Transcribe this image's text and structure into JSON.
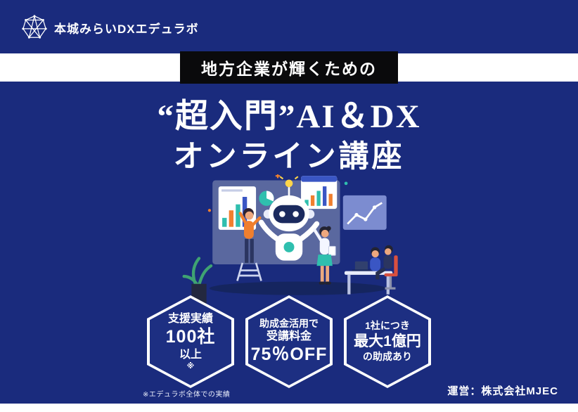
{
  "theme": {
    "background": "#1a2b7d",
    "band": "#ffffff",
    "banner_badge_bg": "#0a0a0c",
    "hex_border": "#ffffff",
    "hex_fill": "#1d2f82",
    "accent_teal": "#2fbfae",
    "accent_orange": "#f07f2e",
    "bulb_yellow": "#ffd54a"
  },
  "header": {
    "logo_text": "本城みらいDXエデュラボ"
  },
  "banner": {
    "label": "地方企業が輝くための"
  },
  "title": {
    "line1": "“超入門”AI＆DX",
    "line2": "オンライン講座"
  },
  "hexagons": [
    {
      "line1": "支援実績",
      "line2": "100社",
      "line3": "以上",
      "line4": "※"
    },
    {
      "line1": "助成金活用で",
      "line2": "受講料金",
      "line3": "75％OFF"
    },
    {
      "line1": "1社につき",
      "line2": "最大1億円",
      "line3": "の助成あり"
    }
  ],
  "footnote": "※エデュラボ全体での実績",
  "footer": {
    "operator": "運営：株式会社MJEC"
  }
}
